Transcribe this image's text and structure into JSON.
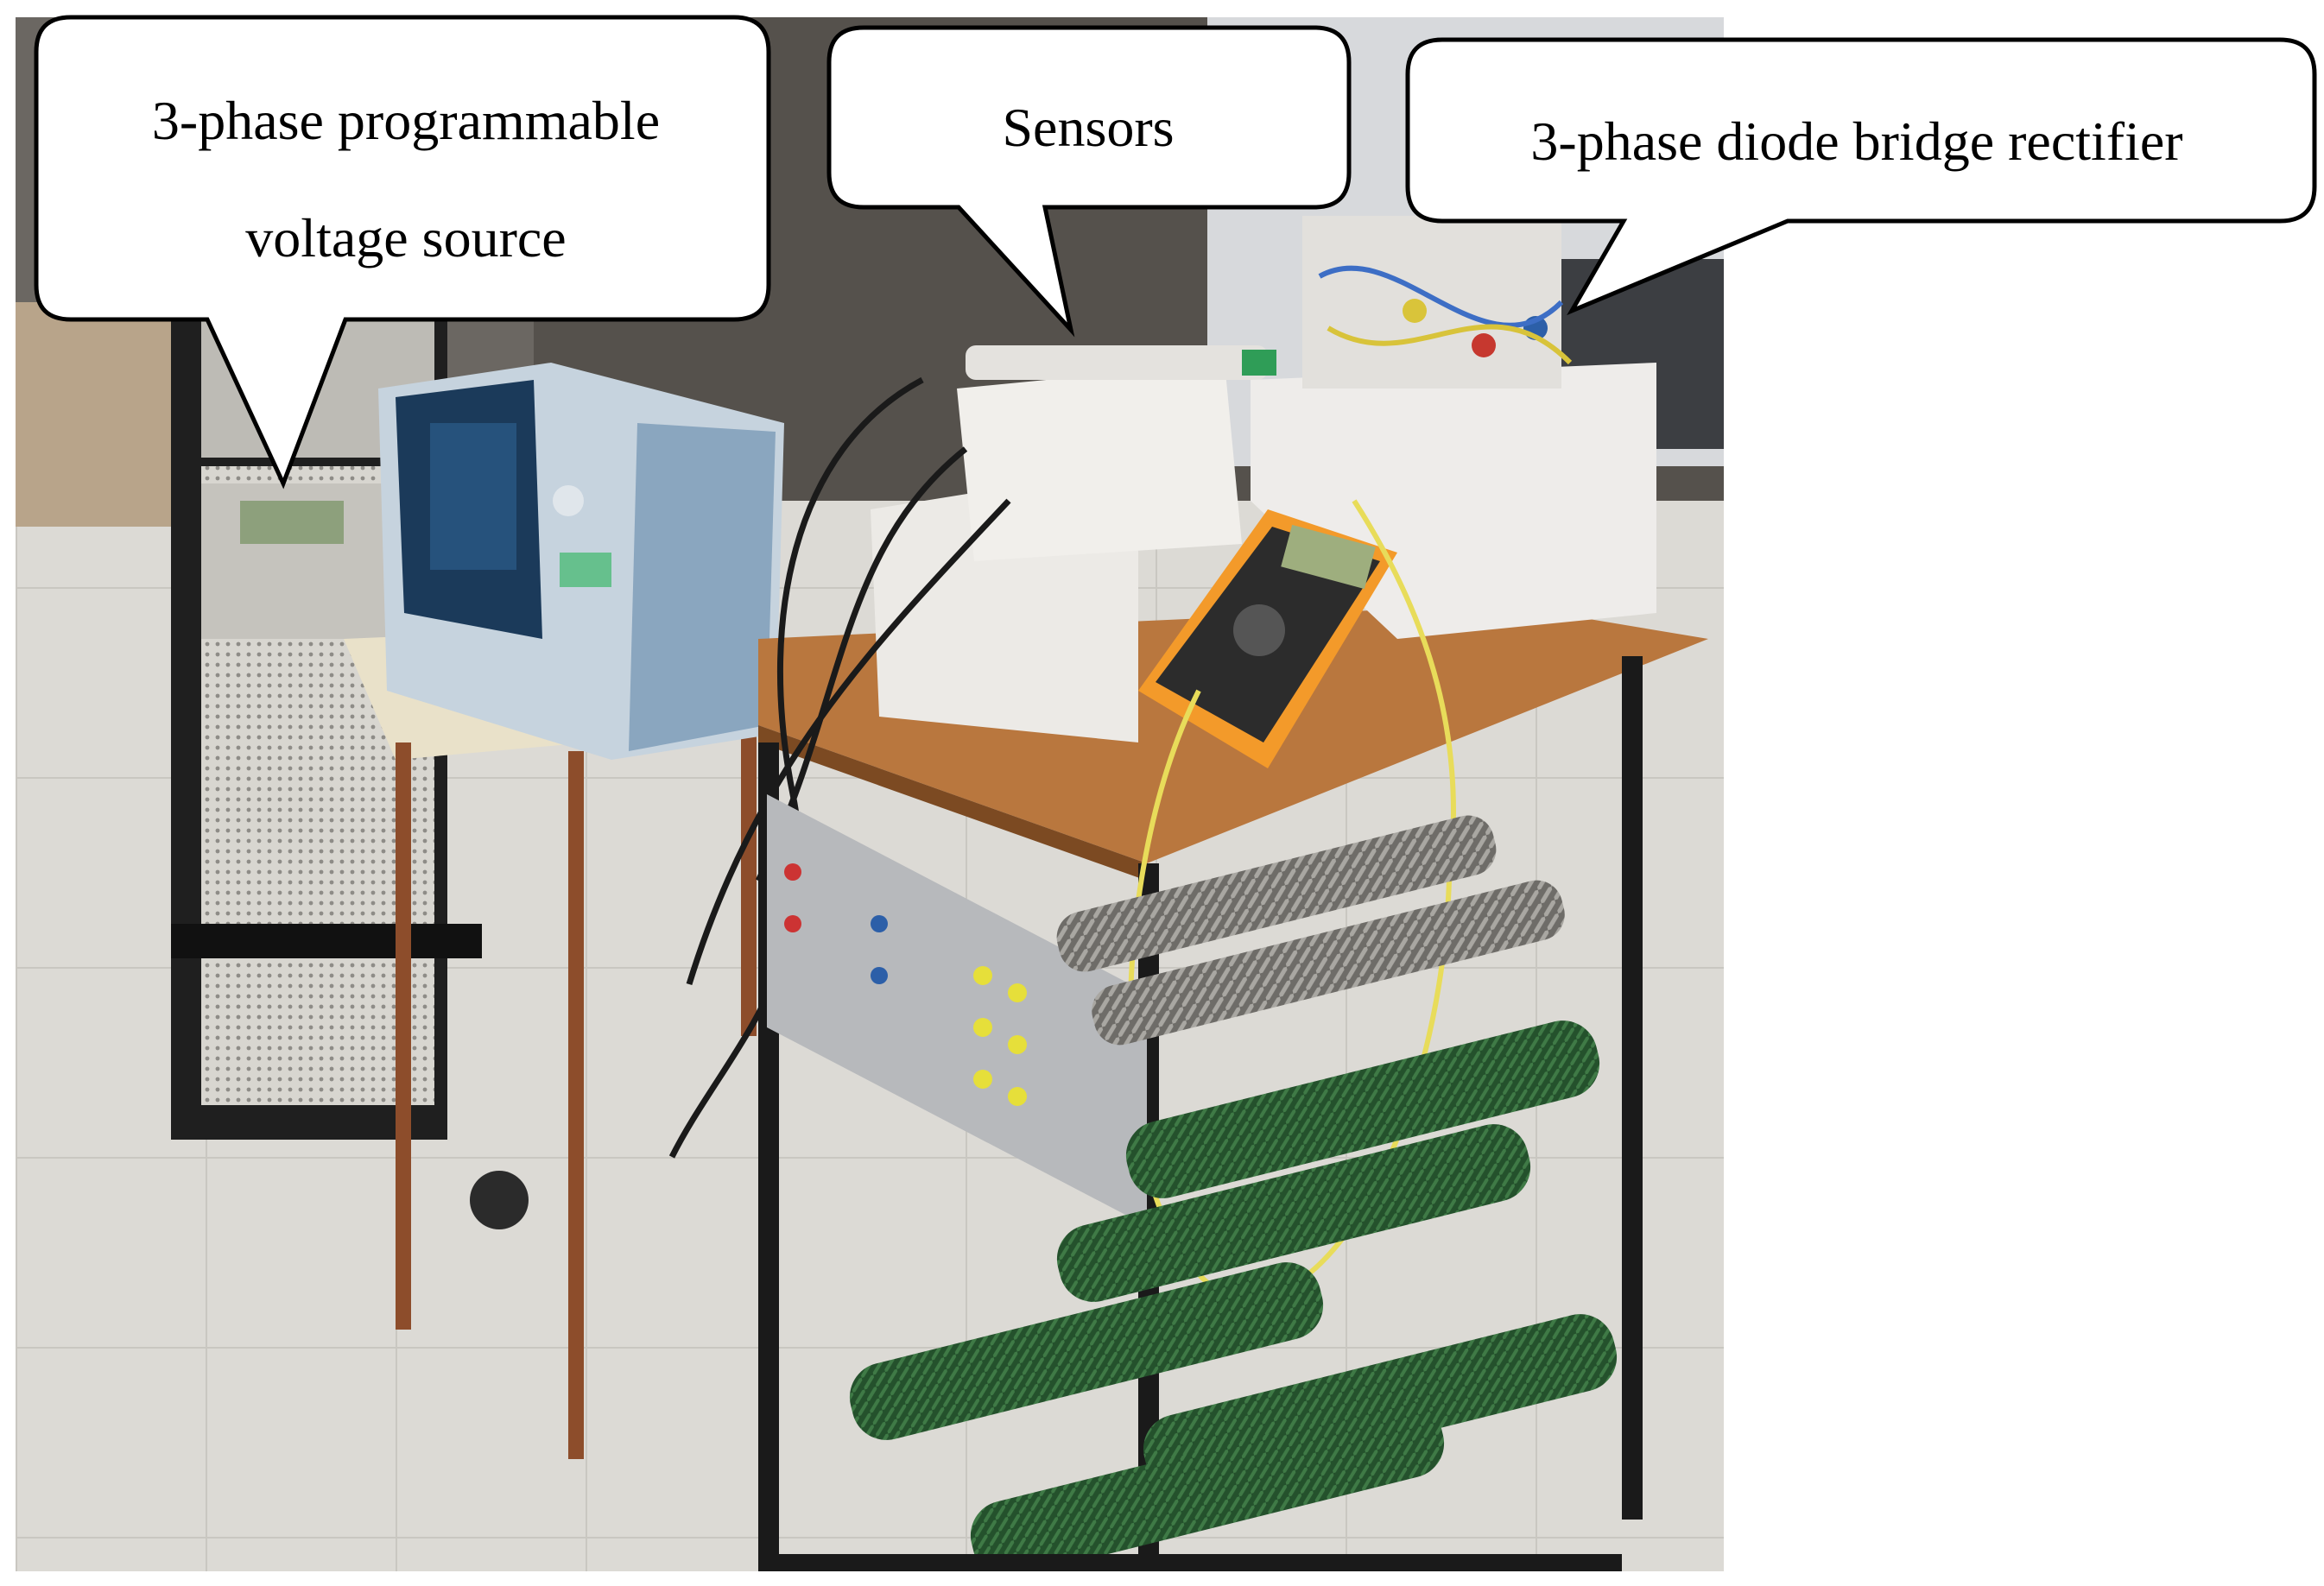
{
  "callouts": {
    "source_line1": "3-phase programmable",
    "source_line2": "voltage source",
    "sensors": "Sensors",
    "rectifier": "3-phase diode bridge rectifier"
  }
}
